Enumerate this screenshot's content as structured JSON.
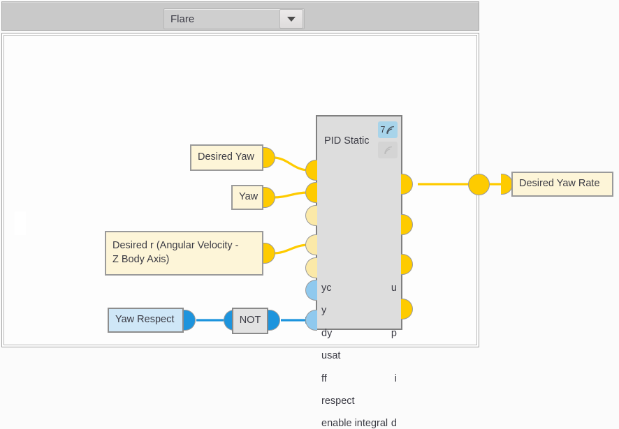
{
  "toolbar": {
    "combo": {
      "value": "Flare",
      "arrow_icon": "chevron-down-icon"
    }
  },
  "diagram": {
    "title_block": {
      "label": "PID Static",
      "badges": [
        {
          "count": "7",
          "icon": "broadcast-signal-icon",
          "state": "active"
        },
        {
          "count": "",
          "icon": "broadcast-signal-icon",
          "state": "inactive"
        }
      ],
      "inputs": [
        {
          "label": "yc",
          "connected": true
        },
        {
          "label": "y",
          "connected": true
        },
        {
          "label": "dy",
          "connected": false
        },
        {
          "label": "usat",
          "connected": true
        },
        {
          "label": "ff",
          "connected": false
        },
        {
          "label": "respect",
          "connected": false
        },
        {
          "label": "enable integral",
          "connected": true
        }
      ],
      "outputs": [
        {
          "label": "u",
          "connected": true
        },
        {
          "label": "p",
          "connected": false
        },
        {
          "label": "i",
          "connected": false
        },
        {
          "label": "d",
          "connected": false
        }
      ]
    },
    "source_nodes": [
      {
        "id": "desired-yaw",
        "label": "Desired Yaw",
        "kind": "signal"
      },
      {
        "id": "yaw",
        "label": "Yaw",
        "kind": "signal"
      },
      {
        "id": "desired-r",
        "label": "Desired r (Angular Velocity -\nZ Body Axis)",
        "kind": "signal"
      },
      {
        "id": "yaw-respect",
        "label": "Yaw Respect",
        "kind": "boolean"
      }
    ],
    "logic_nodes": [
      {
        "id": "not-gate",
        "label": "NOT"
      }
    ],
    "sink_nodes": [
      {
        "id": "desired-yaw-rate",
        "label": "Desired Yaw Rate",
        "kind": "signal"
      }
    ]
  },
  "colors": {
    "signal_wire": "#fecb00",
    "boolean_wire": "#1d94dd",
    "signal_node_fill": "#fdf5d8",
    "boolean_node_fill": "#cfe7f7",
    "block_fill": "#dddddd",
    "badge_active": "#a8d4ea",
    "toolbar": "#c9c9c9"
  }
}
